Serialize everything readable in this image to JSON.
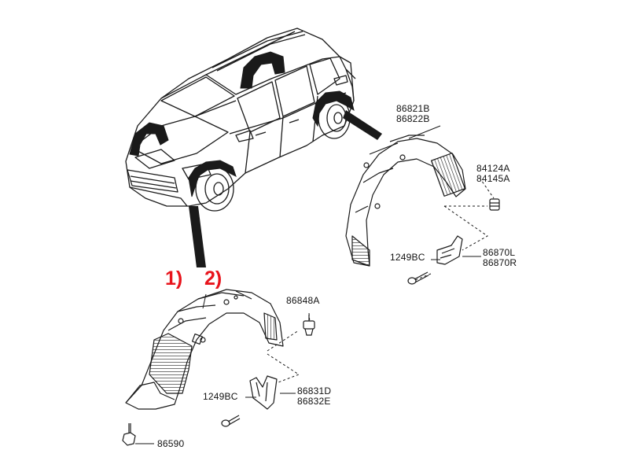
{
  "colors": {
    "marker": "#e8141c",
    "line": "#1a1a1a"
  },
  "markers": {
    "first": "1)",
    "second": "2)"
  },
  "parts": {
    "rear_liner": {
      "line1": "86821B",
      "line2": "86822B"
    },
    "rear_nut": {
      "line1": "84124A",
      "line2": "84145A"
    },
    "rear_screw": "1249BC",
    "rear_mudguard": {
      "line1": "86870L",
      "line2": "86870R"
    },
    "front_clip": "86848A",
    "front_screw": "1249BC",
    "front_mudguard": {
      "line1": "86831D",
      "line2": "86832E"
    },
    "front_bolt": "86590"
  }
}
